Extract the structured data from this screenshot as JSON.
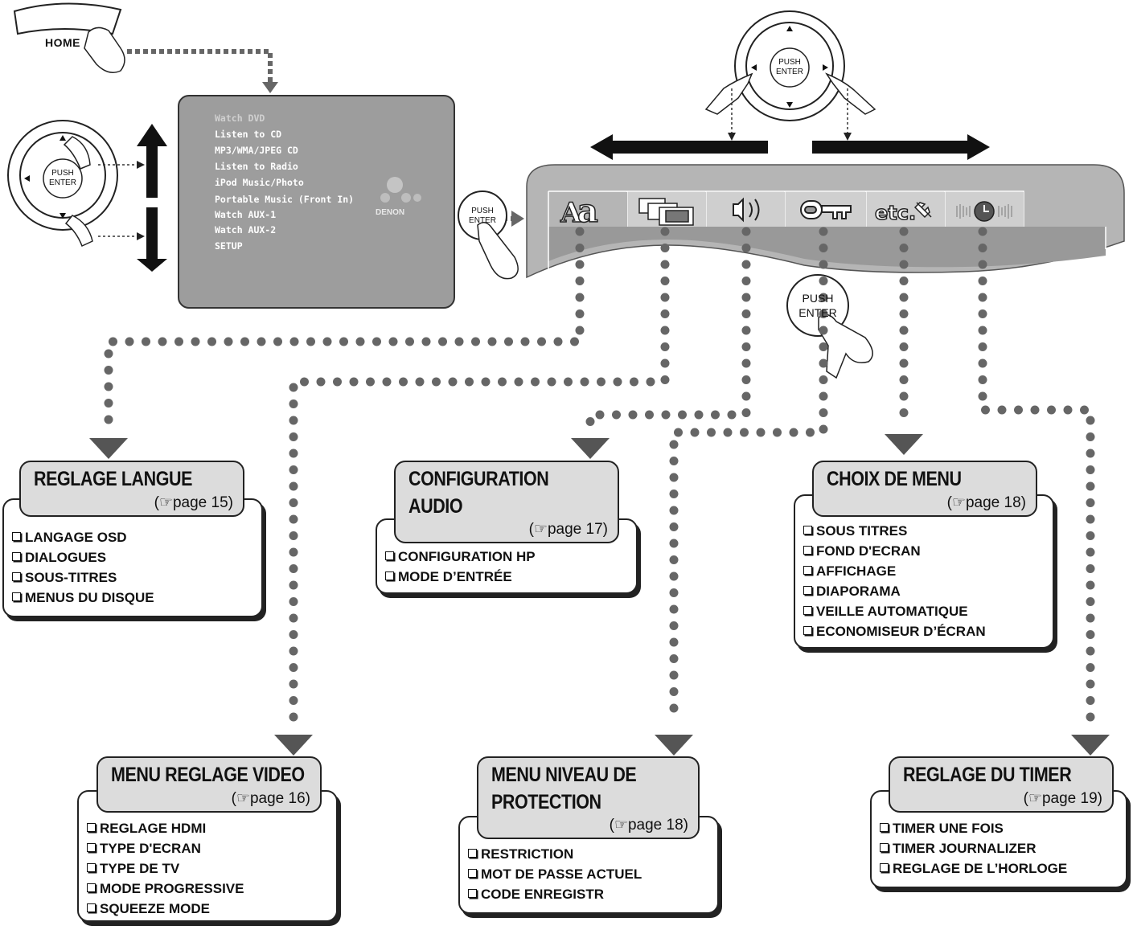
{
  "remote": {
    "home_label": "HOME",
    "push": "PUSH",
    "enter": "ENTER"
  },
  "osd_menu": {
    "items": [
      "Watch DVD",
      "Listen to CD",
      "MP3/WMA/JPEG CD",
      "Listen to Radio",
      "iPod Music/Photo",
      "Portable Music (Front In)",
      "Watch AUX-1",
      "Watch AUX-2",
      "SETUP"
    ],
    "brand": "DENON"
  },
  "setup_tabs": [
    "language-icon",
    "video-icon",
    "audio-icon",
    "key-icon",
    "etc-wrench-icon",
    "timer-clock-icon"
  ],
  "setup_tab_text": {
    "etc": "etc."
  },
  "boxes": {
    "langue": {
      "title": "REGLAGE LANGUE",
      "page": "page 15",
      "items": [
        "LANGAGE OSD",
        "DIALOGUES",
        "SOUS-TITRES",
        "MENUS DU DISQUE"
      ]
    },
    "video": {
      "title": "MENU REGLAGE VIDEO",
      "page": "page 16",
      "items": [
        "REGLAGE HDMI",
        "TYPE D'ECRAN",
        "TYPE DE TV",
        "MODE PROGRESSIVE",
        "SQUEEZE MODE"
      ]
    },
    "audio": {
      "title1": "CONFIGURATION",
      "title2": "AUDIO",
      "page": "page 17",
      "items": [
        "CONFIGURATION HP",
        "MODE D’ENTRÉE"
      ]
    },
    "protection": {
      "title1": "MENU NIVEAU DE",
      "title2": "PROTECTION",
      "page": "page 18",
      "items": [
        "RESTRICTION",
        "MOT DE PASSE ACTUEL",
        "CODE ENREGISTR"
      ]
    },
    "menu": {
      "title": "CHOIX DE MENU",
      "page": "page 18",
      "items": [
        "SOUS TITRES",
        "FOND D'ECRAN",
        "AFFICHAGE",
        "DIAPORAMA",
        "VEILLE AUTOMATIQUE",
        "ECONOMISEUR D’ÉCRAN"
      ]
    },
    "timer": {
      "title": "REGLAGE DU TIMER",
      "page": "page 19",
      "items": [
        "TIMER UNE FOIS",
        "TIMER JOURNALIZER",
        "REGLAGE DE L’HORLOGE"
      ]
    }
  },
  "colors": {
    "panel": "#b5b5b5",
    "osd": "#9d9d9d",
    "dots": "#777777",
    "title_bg": "#dcdcdc"
  }
}
